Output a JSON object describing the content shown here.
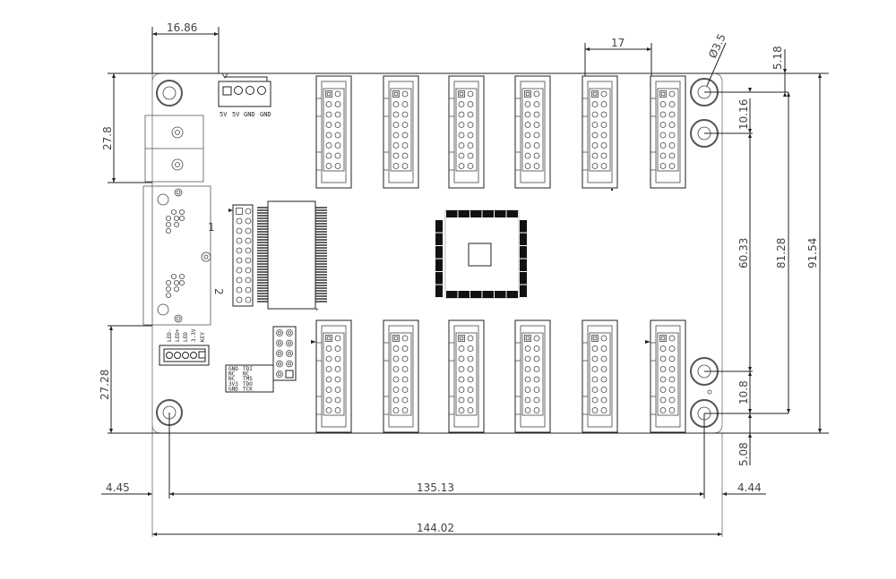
{
  "drawing": {
    "title": "LED receiving / HUB board mechanical drawing",
    "units": "mm"
  },
  "dimensions": {
    "top_left_offset": "16.86",
    "connector_pitch": "17",
    "hole_diameter": "Ø3.5",
    "top_edge_to_hole": "5.18",
    "top_hole_spacing": "10.16",
    "hole_span_inner": "60.33",
    "hole_span_outer": "81.28",
    "board_height": "91.54",
    "bottom_hole_spacing": "10.8",
    "bottom_edge_to_hole": "5.08",
    "left_upper_height": "27.8",
    "left_lower_height": "27.28",
    "left_edge_to_hole": "4.45",
    "hole_to_hole_width": "135.13",
    "right_edge_to_hole": "4.44",
    "board_width": "144.02"
  },
  "power_connector": {
    "pins": [
      "5V",
      "5V",
      "GND",
      "GND"
    ]
  },
  "ethernet_ports": {
    "labels": [
      "1",
      "2"
    ]
  },
  "led_connector": {
    "pins": [
      "LED-",
      "LED+",
      "LED",
      "3.3V",
      "KEY"
    ]
  },
  "jtag_header": {
    "rows": [
      [
        "GND",
        "TDI"
      ],
      [
        "NC",
        "NC"
      ],
      [
        "NC",
        "TMS"
      ],
      [
        "3V3",
        "TDO"
      ],
      [
        "GND",
        "TCK"
      ]
    ]
  },
  "hub75_connectors": {
    "top_row_count": 6,
    "bottom_row_count": 6,
    "pins_per_connector": 16
  }
}
